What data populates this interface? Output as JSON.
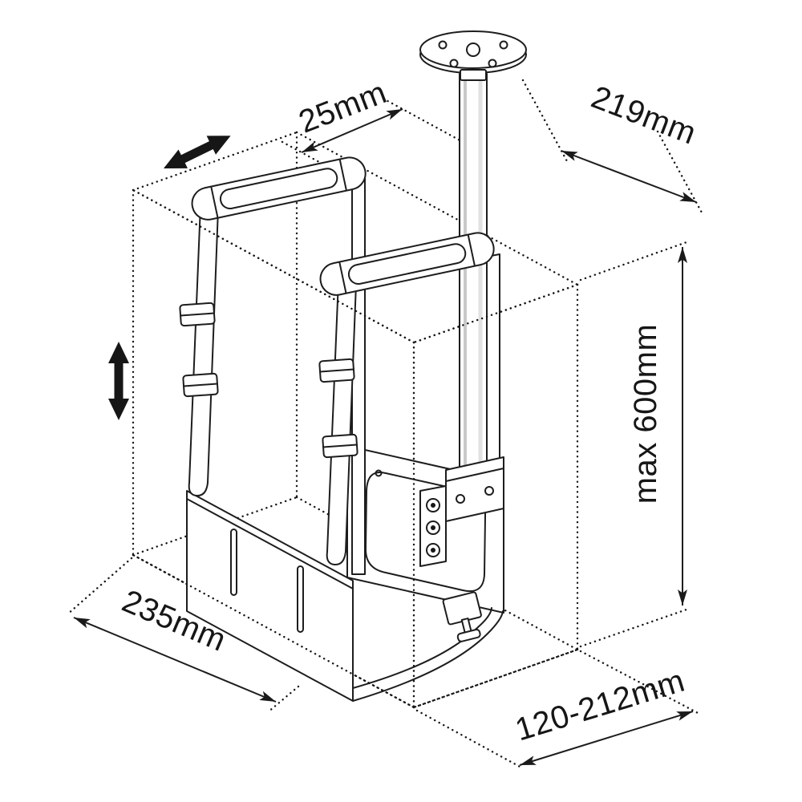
{
  "diagram": {
    "dimension_labels": {
      "strap_offset": "25mm",
      "depth": "219mm",
      "max_drop": "max 600mm",
      "base_depth": "235mm",
      "width_range": "120-212mm"
    },
    "adjustment_arrows": [
      {
        "name": "diagonal-slide-arrow",
        "direction": "diagonal"
      },
      {
        "name": "vertical-height-arrow",
        "direction": "vertical"
      }
    ],
    "colors": {
      "line": "#1d1d1d",
      "background": "#ffffff"
    }
  }
}
